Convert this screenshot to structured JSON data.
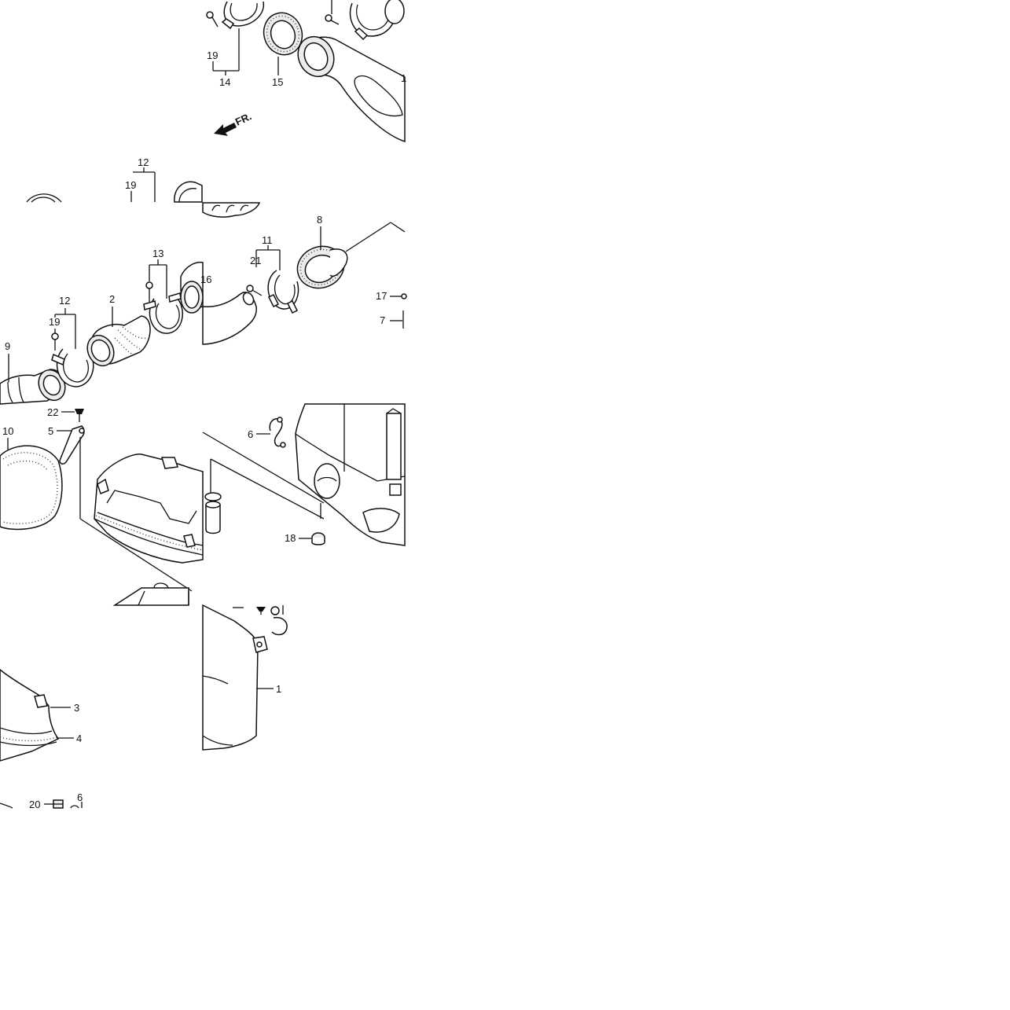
{
  "diagram": {
    "front_arrow_label": "FR.",
    "callouts": {
      "c19a": "19",
      "c14": "14",
      "c15": "15",
      "c1top": "1",
      "c12a": "12",
      "c19b": "19",
      "c13": "13",
      "c16": "16",
      "c12b": "12",
      "c2": "2",
      "c19c": "19",
      "c9": "9",
      "c8": "8",
      "c11": "11",
      "c21": "21",
      "c17": "17",
      "c7": "7",
      "c22": "22",
      "c5": "5",
      "c10": "10",
      "c6a": "6",
      "c18": "18",
      "c3": "3",
      "c4": "4",
      "c20": "20",
      "c6b": "6",
      "c1": "1"
    }
  }
}
